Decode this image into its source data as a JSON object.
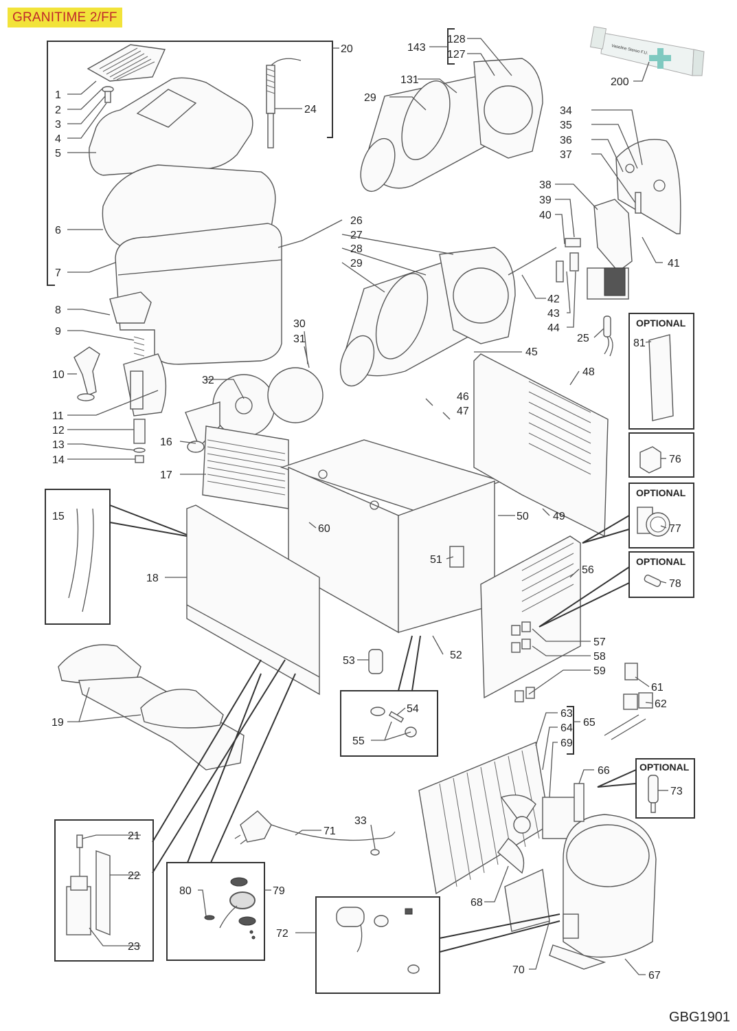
{
  "header": {
    "model_title": "GRANITIME 2/FF",
    "title_bg_color": "#f2e33a",
    "title_text_color": "#c0282a"
  },
  "footer": {
    "drawing_code": "GBG1901"
  },
  "optional_label": "OPTIONAL",
  "tube_label": "Vaseline Stereo F.U.",
  "callouts": {
    "p1": "1",
    "p2": "2",
    "p3": "3",
    "p4": "4",
    "p5": "5",
    "p6": "6",
    "p7": "7",
    "p8": "8",
    "p9": "9",
    "p10": "10",
    "p11": "11",
    "p12": "12",
    "p13": "13",
    "p14": "14",
    "p15": "15",
    "p16": "16",
    "p17": "17",
    "p18": "18",
    "p19": "19",
    "p20": "20",
    "p21": "21",
    "p22": "22",
    "p23": "23",
    "p24": "24",
    "p25": "25",
    "p26": "26",
    "p27": "27",
    "p28": "28",
    "p29a": "29",
    "p29b": "29",
    "p30": "30",
    "p31": "31",
    "p32": "32",
    "p33": "33",
    "p34": "34",
    "p35": "35",
    "p36": "36",
    "p37": "37",
    "p38": "38",
    "p39": "39",
    "p40": "40",
    "p41": "41",
    "p42": "42",
    "p43": "43",
    "p44": "44",
    "p45": "45",
    "p46": "46",
    "p47": "47",
    "p48": "48",
    "p49": "49",
    "p50": "50",
    "p51": "51",
    "p52": "52",
    "p53": "53",
    "p54": "54",
    "p55": "55",
    "p56": "56",
    "p57": "57",
    "p58": "58",
    "p59": "59",
    "p60": "60",
    "p61": "61",
    "p62": "62",
    "p63": "63",
    "p64": "64",
    "p65": "65",
    "p66": "66",
    "p67": "67",
    "p68": "68",
    "p69": "69",
    "p70": "70",
    "p71": "71",
    "p72": "72",
    "p73": "73",
    "p76": "76",
    "p77": "77",
    "p78": "78",
    "p79": "79",
    "p80": "80",
    "p81": "81",
    "p127": "127",
    "p128": "128",
    "p131": "131",
    "p143": "143",
    "p200": "200"
  }
}
